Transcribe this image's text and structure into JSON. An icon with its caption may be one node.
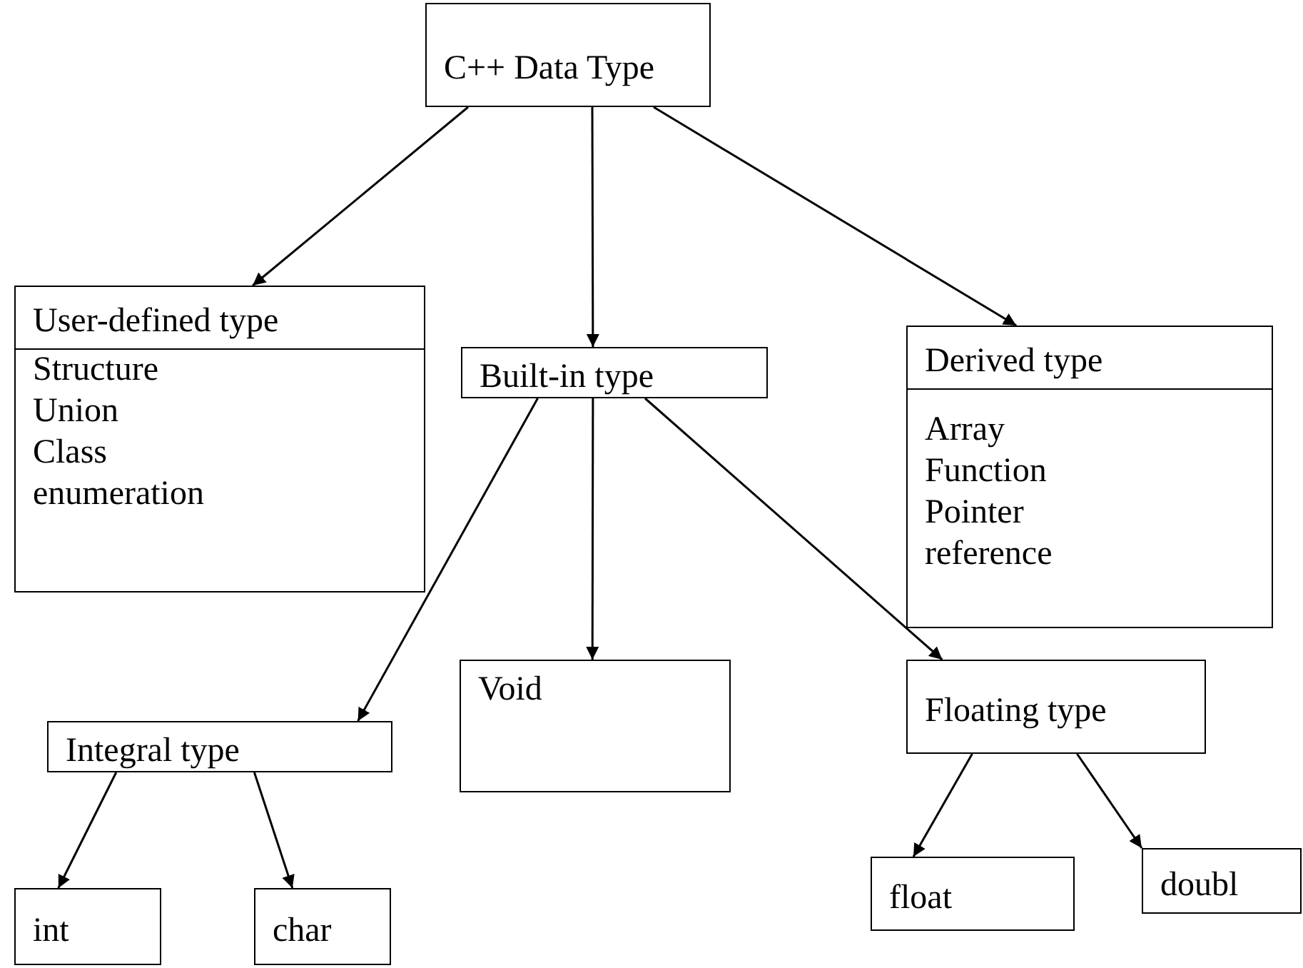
{
  "diagram": {
    "nodes": [
      {
        "text": [
          "C++ Data Type"
        ]
      },
      {
        "text": [
          "User-defined type",
          "Structure",
          "Union",
          "Class",
          "enumeration"
        ]
      },
      {
        "text": [
          "Built-in type"
        ]
      },
      {
        "text": [
          "Derived type",
          "Array",
          "Function",
          "Pointer",
          "reference"
        ]
      },
      {
        "text": [
          "Integral type"
        ]
      },
      {
        "text": [
          "Void"
        ]
      },
      {
        "text": [
          "Floating type"
        ]
      },
      {
        "text": [
          "int"
        ]
      },
      {
        "text": [
          "char"
        ]
      },
      {
        "text": [
          "float"
        ]
      },
      {
        "text": [
          "doubl"
        ]
      }
    ],
    "edges": [
      {
        "from": 0,
        "to": 1,
        "arrow": "to"
      },
      {
        "from": 0,
        "to": 2,
        "arrow": "to"
      },
      {
        "from": 0,
        "to": 3,
        "arrow": "to"
      },
      {
        "from": 2,
        "to": 4,
        "arrow": "to"
      },
      {
        "from": 2,
        "to": 5,
        "arrow": "to"
      },
      {
        "from": 2,
        "to": 6,
        "arrow": "to"
      },
      {
        "from": 4,
        "to": 7,
        "arrow": "to"
      },
      {
        "from": 4,
        "to": 8,
        "arrow": "to"
      },
      {
        "from": 6,
        "to": 9,
        "arrow": "to"
      },
      {
        "from": 6,
        "to": 10,
        "arrow": "to"
      }
    ]
  }
}
